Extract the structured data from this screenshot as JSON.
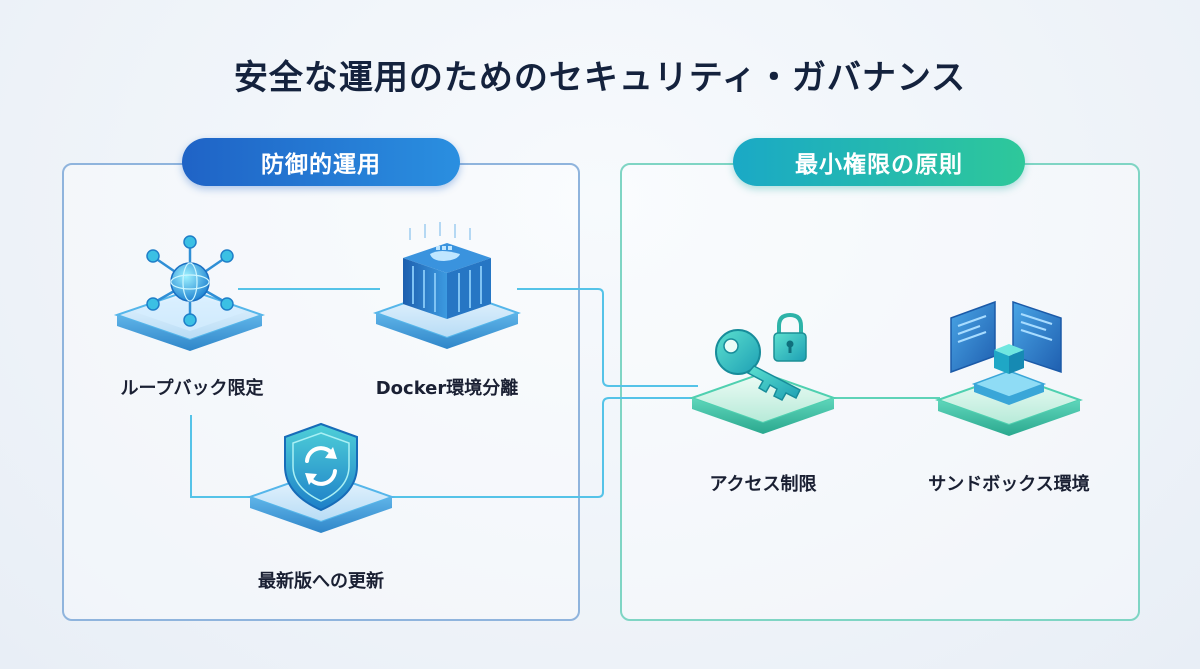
{
  "title": "安全な運用のためのセキュリティ・ガバナンス",
  "sections": {
    "left": {
      "heading": "防御的運用",
      "items": [
        {
          "label": "ループバック限定",
          "icon": "network-hub-icon"
        },
        {
          "label": "Docker環境分離",
          "icon": "container-icon"
        },
        {
          "label": "最新版への更新",
          "icon": "shield-refresh-icon"
        }
      ]
    },
    "right": {
      "heading": "最小権限の原則",
      "items": [
        {
          "label": "アクセス制限",
          "icon": "key-lock-icon"
        },
        {
          "label": "サンドボックス環境",
          "icon": "sandbox-icon"
        }
      ]
    }
  },
  "colors": {
    "left_accent": "#1f63c6",
    "right_accent": "#2ec89a",
    "connector": "#4fc3e6"
  }
}
